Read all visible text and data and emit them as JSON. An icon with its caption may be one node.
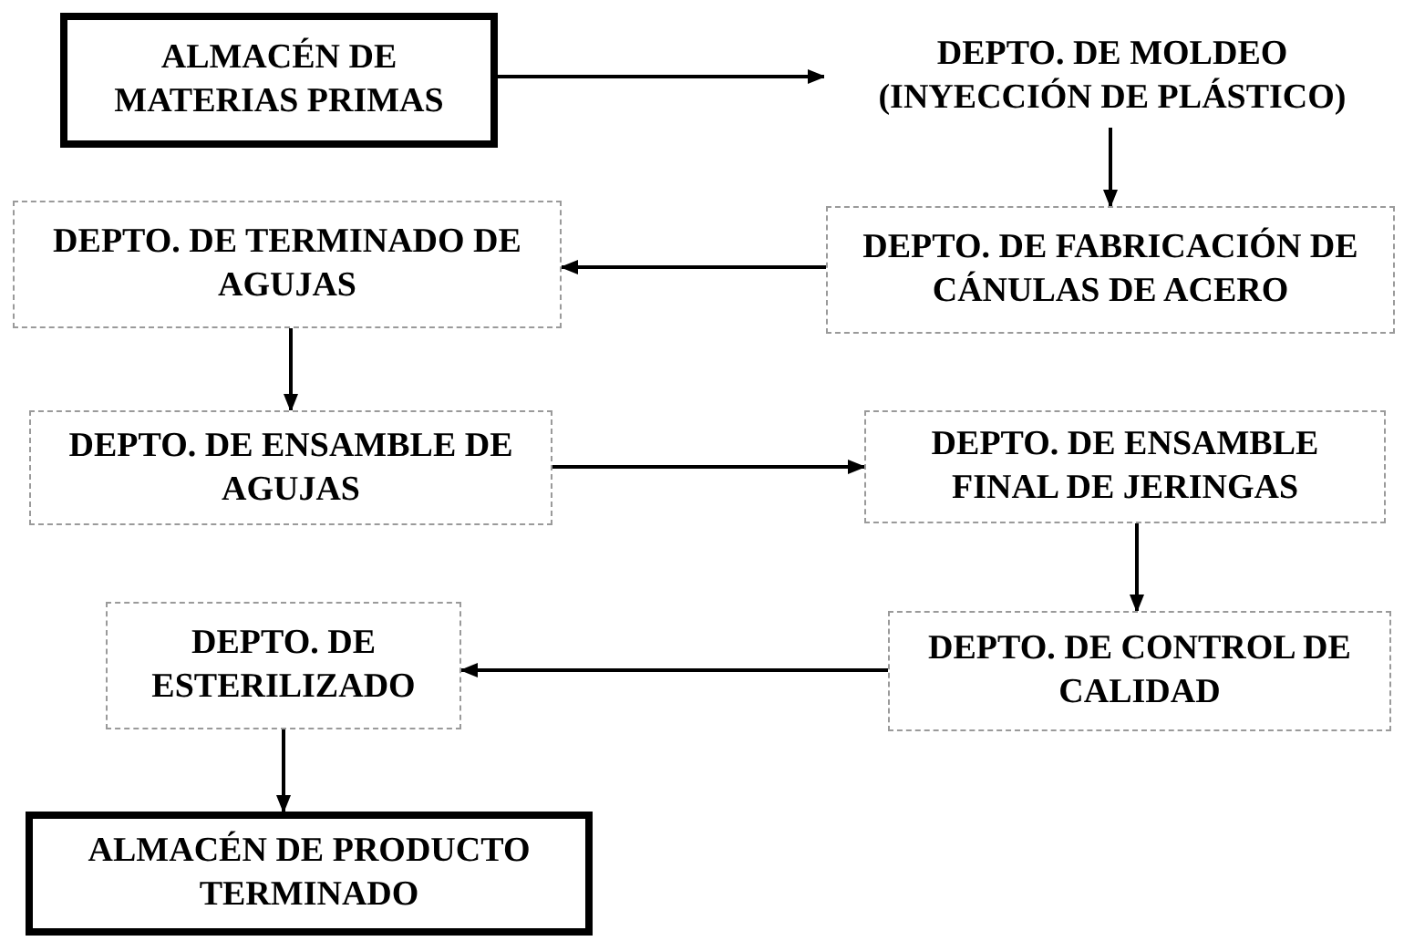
{
  "diagram": {
    "nodes": [
      {
        "text": [
          "ALMACÉN DE MATERIAS PRIMAS"
        ]
      },
      {
        "text": [
          "DEPTO. DE MOLDEO (INYECCIÓN DE PLÁSTICO)"
        ]
      },
      {
        "text": [
          "DEPTO. DE FABRICACIÓN DE CÁNULAS DE ACERO"
        ]
      },
      {
        "text": [
          "DEPTO. DE TERMINADO DE AGUJAS"
        ]
      },
      {
        "text": [
          "DEPTO. DE ENSAMBLE DE AGUJAS"
        ]
      },
      {
        "text": [
          "DEPTO. DE ENSAMBLE FINAL DE JERINGAS"
        ]
      },
      {
        "text": [
          "DEPTO. DE CONTROL DE CALIDAD"
        ]
      },
      {
        "text": [
          "DEPTO. DE ESTERILIZADO"
        ]
      },
      {
        "text": [
          "ALMACÉN DE PRODUCTO TERMINADO"
        ]
      }
    ],
    "edges": [
      {
        "from": 0,
        "to": 1,
        "arrow": "to"
      },
      {
        "from": 1,
        "to": 2,
        "arrow": "to"
      },
      {
        "from": 2,
        "to": 3,
        "arrow": "to"
      },
      {
        "from": 3,
        "to": 4,
        "arrow": "to"
      },
      {
        "from": 4,
        "to": 5,
        "arrow": "to"
      },
      {
        "from": 5,
        "to": 6,
        "arrow": "to"
      },
      {
        "from": 6,
        "to": 7,
        "arrow": "to"
      },
      {
        "from": 7,
        "to": 8,
        "arrow": "to"
      }
    ]
  }
}
